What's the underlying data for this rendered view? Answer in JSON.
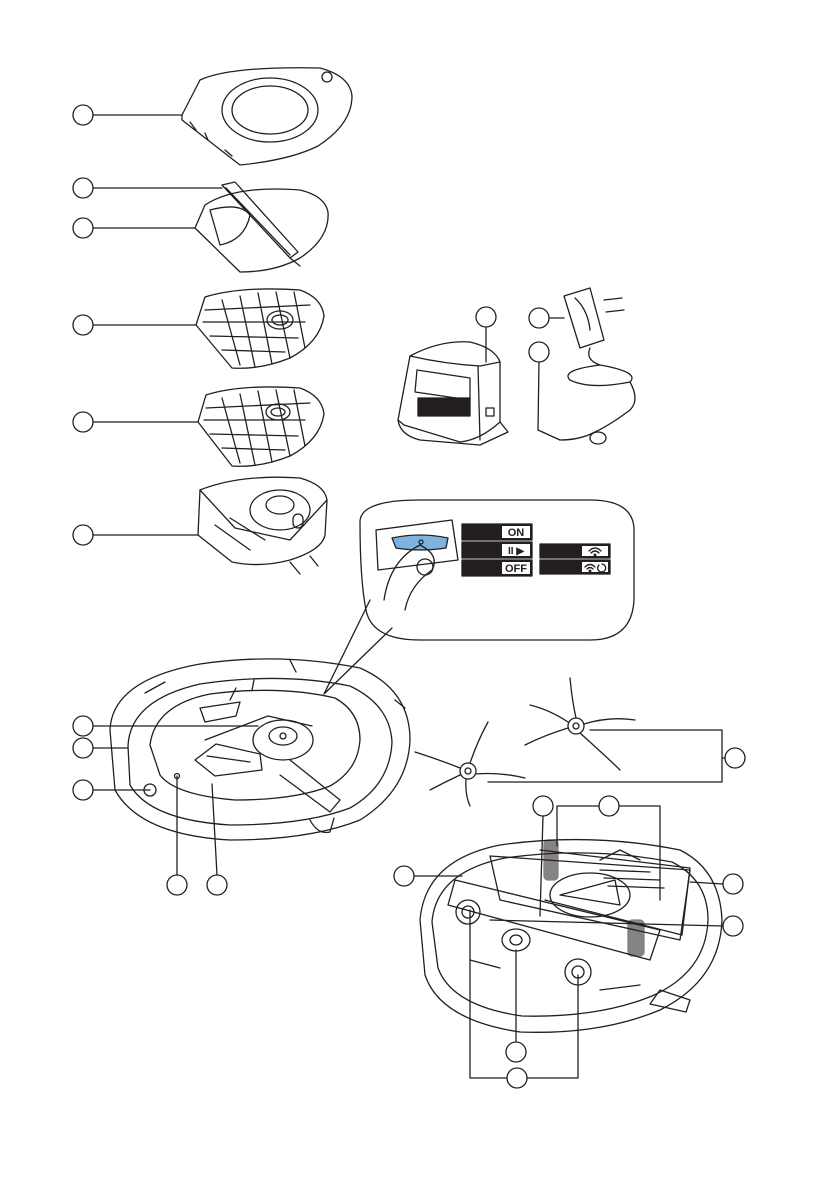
{
  "panel": {
    "label_on": "ON",
    "label_pause_play": "II ▶",
    "label_off": "OFF"
  },
  "colors": {
    "line": "#231f20",
    "button_blue": "#7fb2e0",
    "label_box": "#231f20",
    "label_text": "#ffffff"
  },
  "icons": [
    "wifi-icon",
    "wifi-reset-icon",
    "play-icon",
    "pause-icon"
  ]
}
